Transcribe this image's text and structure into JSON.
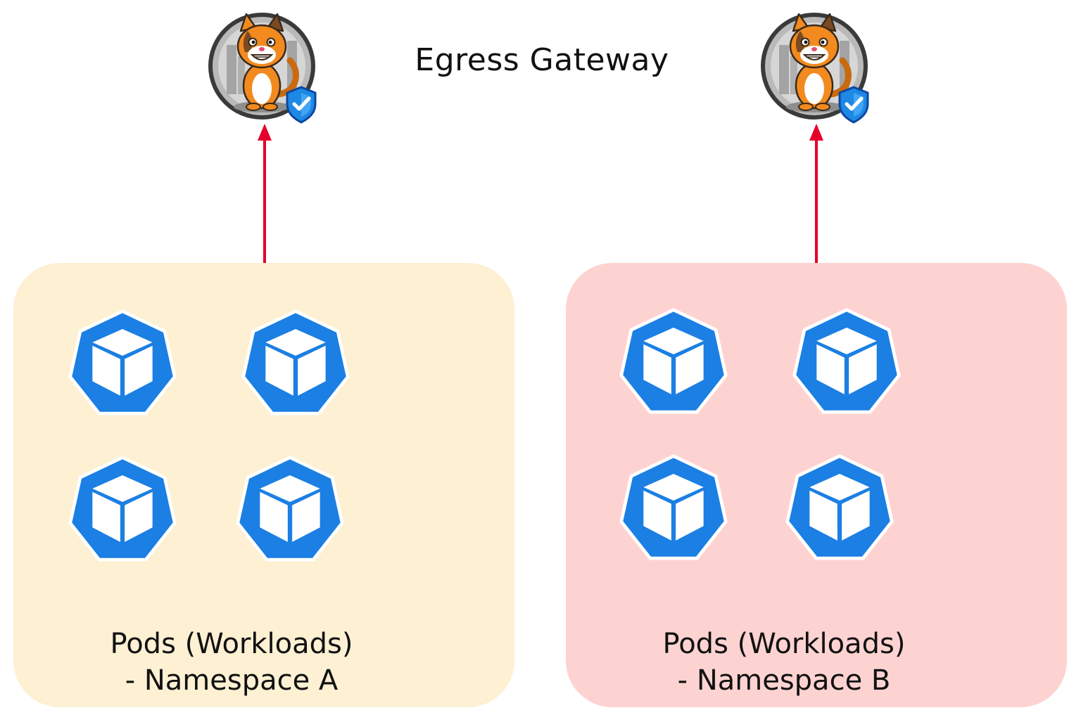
{
  "title": "Egress Gateway",
  "colors": {
    "namespace_a_fill": "#fdf0d3",
    "namespace_b_fill": "#fdd3d2",
    "arrow": "#e4002b",
    "pod_blue": "#1b7fe3",
    "gateway_ring": "#3a3a3a",
    "cat_orange": "#f28a1f",
    "shield_blue": "#1e88e5"
  },
  "icons": {
    "gateway": "cat-mascot-with-shield-icon",
    "pod": "kubernetes-pod-cube-icon"
  },
  "namespaces": [
    {
      "label_line1": "Pods (Workloads)",
      "label_line2": "- Namespace A",
      "pod_count": 4
    },
    {
      "label_line1": "Pods (Workloads)",
      "label_line2": "- Namespace B",
      "pod_count": 4
    }
  ]
}
